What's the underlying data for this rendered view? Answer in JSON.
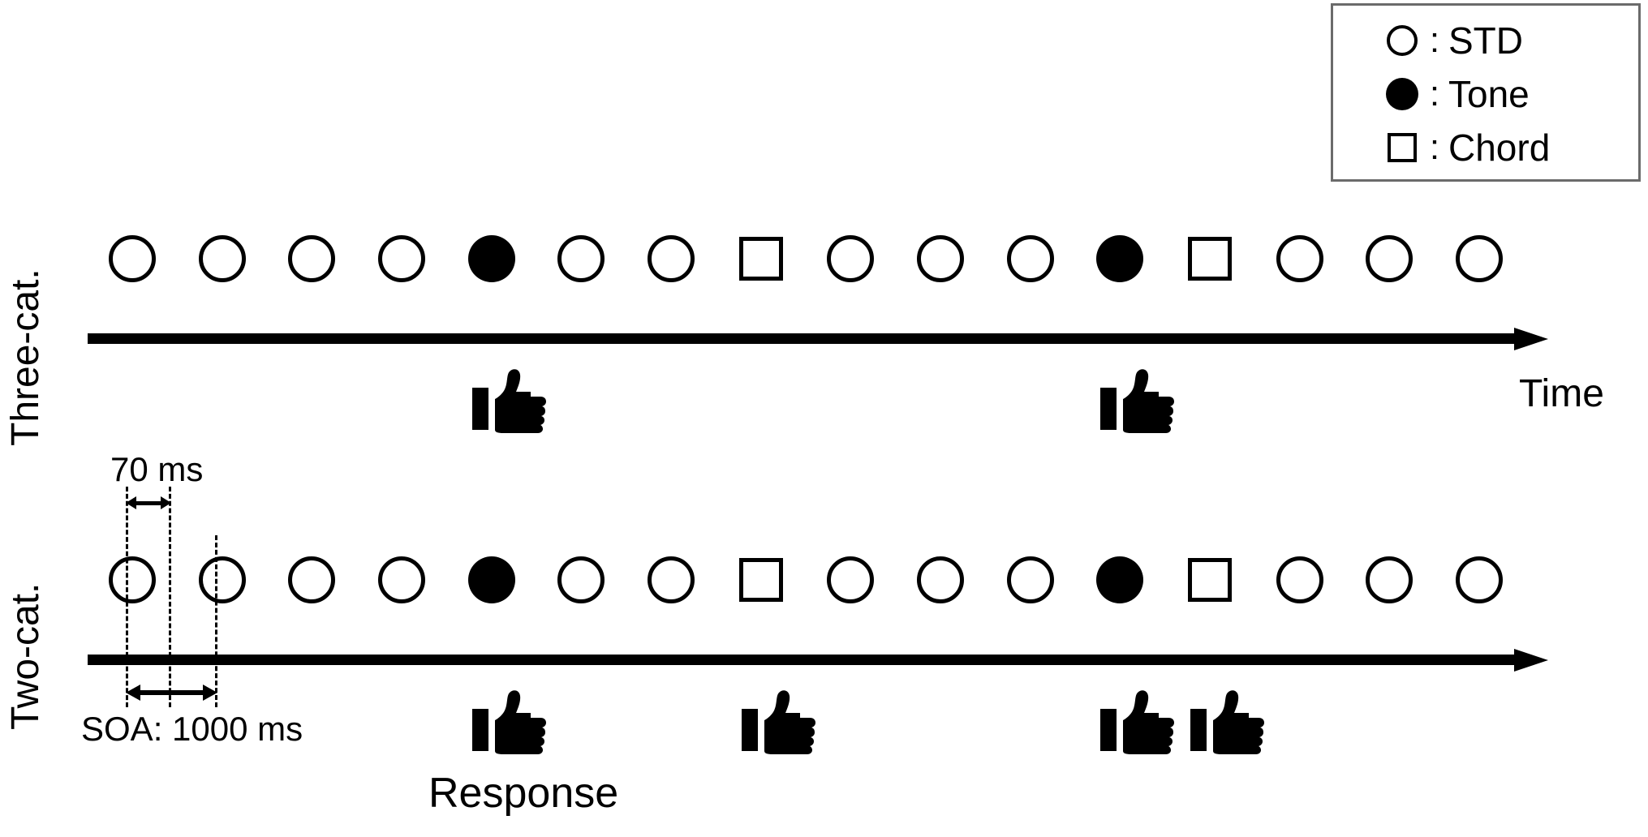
{
  "figure": {
    "type": "experimental-paradigm-timeline",
    "background_color": "#ffffff",
    "foreground_color": "#000000"
  },
  "legend": {
    "border_color": "#6b6b6b",
    "items": [
      {
        "symbol": "circle-open",
        "separator": ":",
        "label": "STD"
      },
      {
        "symbol": "circle-filled",
        "separator": ":",
        "label": "Tone"
      },
      {
        "symbol": "square-open",
        "separator": ":",
        "label": "Chord"
      }
    ]
  },
  "conditions": [
    {
      "id": "three-cat",
      "label": "Three-cat.",
      "stimuli": [
        "circle-open",
        "circle-open",
        "circle-open",
        "circle-open",
        "circle-filled",
        "circle-open",
        "circle-open",
        "square-open",
        "circle-open",
        "circle-open",
        "circle-open",
        "circle-filled",
        "square-open",
        "circle-open",
        "circle-open",
        "circle-open"
      ],
      "response_positions": [
        5,
        12
      ]
    },
    {
      "id": "two-cat",
      "label": "Two-cat.",
      "stimuli": [
        "circle-open",
        "circle-open",
        "circle-open",
        "circle-open",
        "circle-filled",
        "circle-open",
        "circle-open",
        "square-open",
        "circle-open",
        "circle-open",
        "circle-open",
        "circle-filled",
        "square-open",
        "circle-open",
        "circle-open",
        "circle-open"
      ],
      "response_positions": [
        5,
        8,
        12,
        13
      ]
    }
  ],
  "axes": {
    "time_label": "Time",
    "response_label": "Response"
  },
  "annotations": {
    "duration_label": "70 ms",
    "soa_label": "SOA: 1000 ms"
  },
  "icons": {
    "thumbs_up": "thumbs-up-icon",
    "arrow_right": "arrow-right-icon",
    "double_arrow": "double-headed-arrow-icon"
  }
}
